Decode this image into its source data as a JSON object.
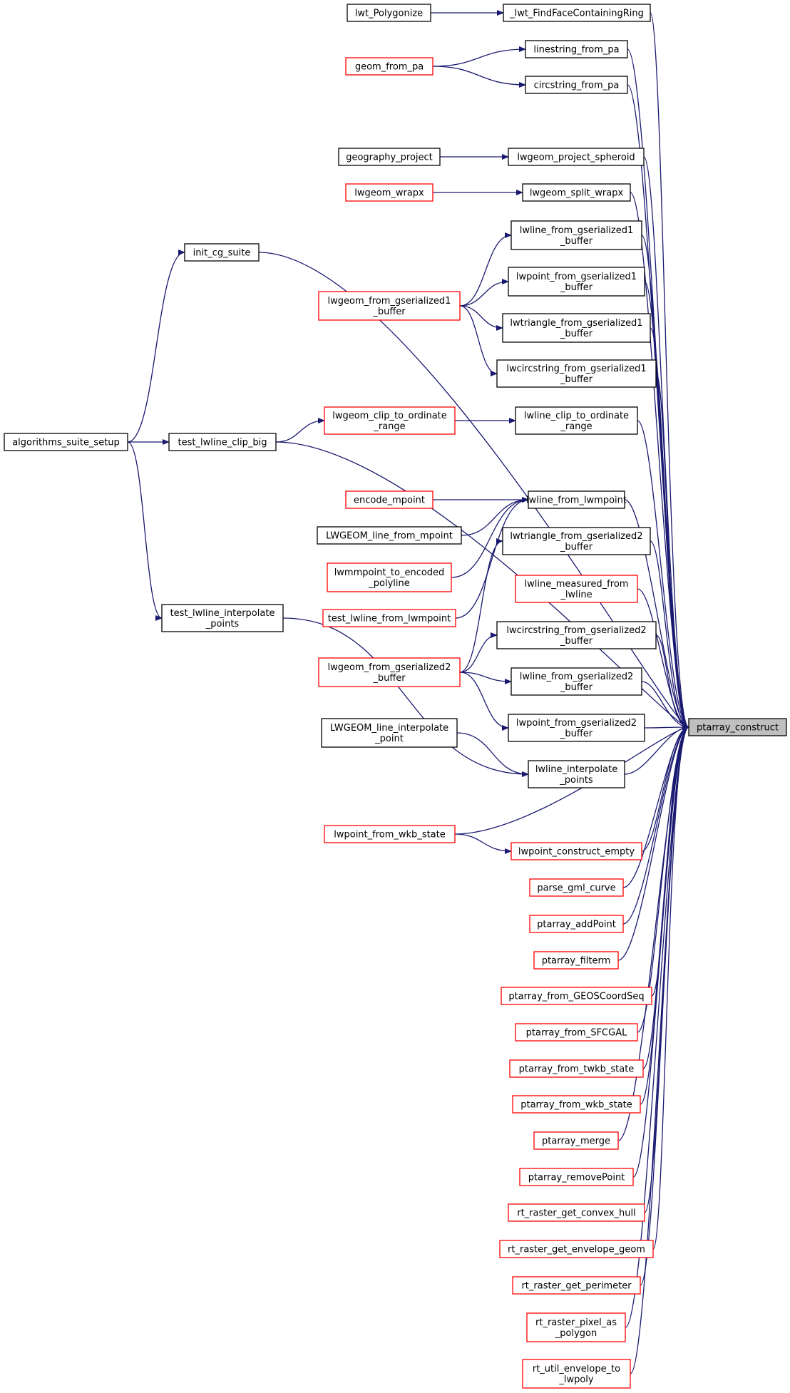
{
  "colors": {
    "edge": "#191970",
    "border_normal": "#000000",
    "border_truncated": "#ff0000",
    "focus_fill": "#bfbfbf",
    "background": "#ffffff"
  },
  "nodes": {
    "algorithms_suite_setup": {
      "lines": [
        "algorithms_suite_setup"
      ],
      "style": "plain"
    },
    "init_cg_suite": {
      "lines": [
        "init_cg_suite"
      ],
      "style": "plain"
    },
    "test_lwline_clip_big": {
      "lines": [
        "test_lwline_clip_big"
      ],
      "style": "plain"
    },
    "test_lwline_interpolate_points": {
      "lines": [
        "test_lwline_interpolate",
        "_points"
      ],
      "style": "plain"
    },
    "lwt_Polygonize": {
      "lines": [
        "lwt_Polygonize"
      ],
      "style": "plain"
    },
    "geom_from_pa": {
      "lines": [
        "geom_from_pa"
      ],
      "style": "partial"
    },
    "geography_project": {
      "lines": [
        "geography_project"
      ],
      "style": "plain"
    },
    "lwgeom_wrapx": {
      "lines": [
        "lwgeom_wrapx"
      ],
      "style": "partial"
    },
    "lwgeom_from_gserialized1_buffer": {
      "lines": [
        "lwgeom_from_gserialized1",
        "_buffer"
      ],
      "style": "partial"
    },
    "lwgeom_clip_to_ordinate_range": {
      "lines": [
        "lwgeom_clip_to_ordinate",
        "_range"
      ],
      "style": "partial"
    },
    "encode_mpoint": {
      "lines": [
        "encode_mpoint"
      ],
      "style": "partial"
    },
    "LWGEOM_line_from_mpoint": {
      "lines": [
        "LWGEOM_line_from_mpoint"
      ],
      "style": "plain"
    },
    "lwmmpoint_to_encoded_polyline": {
      "lines": [
        "lwmmpoint_to_encoded",
        "_polyline"
      ],
      "style": "partial"
    },
    "test_lwline_from_lwmpoint": {
      "lines": [
        "test_lwline_from_lwmpoint"
      ],
      "style": "partial"
    },
    "lwgeom_from_gserialized2_buffer": {
      "lines": [
        "lwgeom_from_gserialized2",
        "_buffer"
      ],
      "style": "partial"
    },
    "LWGEOM_line_interpolate_point": {
      "lines": [
        "LWGEOM_line_interpolate",
        "_point"
      ],
      "style": "plain"
    },
    "lwpoint_from_wkb_state": {
      "lines": [
        "lwpoint_from_wkb_state"
      ],
      "style": "partial"
    },
    "_lwt_FindFaceContainingRing": {
      "lines": [
        "_lwt_FindFaceContainingRing"
      ],
      "style": "plain"
    },
    "linestring_from_pa": {
      "lines": [
        "linestring_from_pa"
      ],
      "style": "plain"
    },
    "circstring_from_pa": {
      "lines": [
        "circstring_from_pa"
      ],
      "style": "plain"
    },
    "lwgeom_project_spheroid": {
      "lines": [
        "lwgeom_project_spheroid"
      ],
      "style": "plain"
    },
    "lwgeom_split_wrapx": {
      "lines": [
        "lwgeom_split_wrapx"
      ],
      "style": "plain"
    },
    "lwline_from_gserialized1_buffer": {
      "lines": [
        "lwline_from_gserialized1",
        "_buffer"
      ],
      "style": "plain"
    },
    "lwpoint_from_gserialized1_buffer": {
      "lines": [
        "lwpoint_from_gserialized1",
        "_buffer"
      ],
      "style": "plain"
    },
    "lwtriangle_from_gserialized1_buffer": {
      "lines": [
        "lwtriangle_from_gserialized1",
        "_buffer"
      ],
      "style": "plain"
    },
    "lwcircstring_from_gserialized1_buffer": {
      "lines": [
        "lwcircstring_from_gserialized1",
        "_buffer"
      ],
      "style": "plain"
    },
    "lwline_clip_to_ordinate_range": {
      "lines": [
        "lwline_clip_to_ordinate",
        "_range"
      ],
      "style": "plain"
    },
    "lwline_from_lwmpoint": {
      "lines": [
        "lwline_from_lwmpoint"
      ],
      "style": "plain"
    },
    "lwtriangle_from_gserialized2_buffer": {
      "lines": [
        "lwtriangle_from_gserialized2",
        "_buffer"
      ],
      "style": "plain"
    },
    "lwline_measured_from_lwline": {
      "lines": [
        "lwline_measured_from",
        "_lwline"
      ],
      "style": "partial"
    },
    "lwcircstring_from_gserialized2_buffer": {
      "lines": [
        "lwcircstring_from_gserialized2",
        "_buffer"
      ],
      "style": "plain"
    },
    "lwline_from_gserialized2_buffer": {
      "lines": [
        "lwline_from_gserialized2",
        "_buffer"
      ],
      "style": "plain"
    },
    "lwpoint_from_gserialized2_buffer": {
      "lines": [
        "lwpoint_from_gserialized2",
        "_buffer"
      ],
      "style": "plain"
    },
    "lwline_interpolate_points": {
      "lines": [
        "lwline_interpolate",
        "_points"
      ],
      "style": "plain"
    },
    "lwpoint_construct_empty": {
      "lines": [
        "lwpoint_construct_empty"
      ],
      "style": "partial"
    },
    "parse_gml_curve": {
      "lines": [
        "parse_gml_curve"
      ],
      "style": "partial"
    },
    "ptarray_addPoint": {
      "lines": [
        "ptarray_addPoint"
      ],
      "style": "partial"
    },
    "ptarray_filterm": {
      "lines": [
        "ptarray_filterm"
      ],
      "style": "partial"
    },
    "ptarray_from_GEOSCoordSeq": {
      "lines": [
        "ptarray_from_GEOSCoordSeq"
      ],
      "style": "partial"
    },
    "ptarray_from_SFCGAL": {
      "lines": [
        "ptarray_from_SFCGAL"
      ],
      "style": "partial"
    },
    "ptarray_from_twkb_state": {
      "lines": [
        "ptarray_from_twkb_state"
      ],
      "style": "partial"
    },
    "ptarray_from_wkb_state": {
      "lines": [
        "ptarray_from_wkb_state"
      ],
      "style": "partial"
    },
    "ptarray_merge": {
      "lines": [
        "ptarray_merge"
      ],
      "style": "partial"
    },
    "ptarray_removePoint": {
      "lines": [
        "ptarray_removePoint"
      ],
      "style": "partial"
    },
    "rt_raster_get_convex_hull": {
      "lines": [
        "rt_raster_get_convex_hull"
      ],
      "style": "partial"
    },
    "rt_raster_get_envelope_geom": {
      "lines": [
        "rt_raster_get_envelope_geom"
      ],
      "style": "partial"
    },
    "rt_raster_get_perimeter": {
      "lines": [
        "rt_raster_get_perimeter"
      ],
      "style": "partial"
    },
    "rt_raster_pixel_as_polygon": {
      "lines": [
        "rt_raster_pixel_as",
        "_polygon"
      ],
      "style": "partial"
    },
    "rt_util_envelope_to_lwpoly": {
      "lines": [
        "rt_util_envelope_to",
        "_lwpoly"
      ],
      "style": "partial"
    },
    "ptarray_construct": {
      "lines": [
        "ptarray_construct"
      ],
      "style": "focus"
    }
  },
  "edges": [
    [
      "lwt_Polygonize",
      "_lwt_FindFaceContainingRing"
    ],
    [
      "geom_from_pa",
      "linestring_from_pa"
    ],
    [
      "geom_from_pa",
      "circstring_from_pa"
    ],
    [
      "geography_project",
      "lwgeom_project_spheroid"
    ],
    [
      "lwgeom_wrapx",
      "lwgeom_split_wrapx"
    ],
    [
      "algorithms_suite_setup",
      "init_cg_suite"
    ],
    [
      "algorithms_suite_setup",
      "test_lwline_clip_big"
    ],
    [
      "algorithms_suite_setup",
      "test_lwline_interpolate_points"
    ],
    [
      "lwgeom_from_gserialized1_buffer",
      "lwline_from_gserialized1_buffer"
    ],
    [
      "lwgeom_from_gserialized1_buffer",
      "lwpoint_from_gserialized1_buffer"
    ],
    [
      "lwgeom_from_gserialized1_buffer",
      "lwtriangle_from_gserialized1_buffer"
    ],
    [
      "lwgeom_from_gserialized1_buffer",
      "lwcircstring_from_gserialized1_buffer"
    ],
    [
      "test_lwline_clip_big",
      "lwgeom_clip_to_ordinate_range"
    ],
    [
      "lwgeom_clip_to_ordinate_range",
      "lwline_clip_to_ordinate_range"
    ],
    [
      "encode_mpoint",
      "lwline_from_lwmpoint"
    ],
    [
      "LWGEOM_line_from_mpoint",
      "lwline_from_lwmpoint"
    ],
    [
      "lwmmpoint_to_encoded_polyline",
      "lwline_from_lwmpoint"
    ],
    [
      "test_lwline_from_lwmpoint",
      "lwline_from_lwmpoint"
    ],
    [
      "lwgeom_from_gserialized2_buffer",
      "lwtriangle_from_gserialized2_buffer"
    ],
    [
      "lwgeom_from_gserialized2_buffer",
      "lwcircstring_from_gserialized2_buffer"
    ],
    [
      "lwgeom_from_gserialized2_buffer",
      "lwline_from_gserialized2_buffer"
    ],
    [
      "lwgeom_from_gserialized2_buffer",
      "lwpoint_from_gserialized2_buffer"
    ],
    [
      "LWGEOM_line_interpolate_point",
      "lwline_interpolate_points"
    ],
    [
      "test_lwline_interpolate_points",
      "lwline_interpolate_points"
    ],
    [
      "lwpoint_from_wkb_state",
      "lwpoint_construct_empty"
    ],
    [
      "_lwt_FindFaceContainingRing",
      "ptarray_construct"
    ],
    [
      "linestring_from_pa",
      "ptarray_construct"
    ],
    [
      "circstring_from_pa",
      "ptarray_construct"
    ],
    [
      "init_cg_suite",
      "ptarray_construct"
    ],
    [
      "lwgeom_project_spheroid",
      "ptarray_construct"
    ],
    [
      "lwgeom_split_wrapx",
      "ptarray_construct"
    ],
    [
      "lwline_from_gserialized1_buffer",
      "ptarray_construct"
    ],
    [
      "lwpoint_from_gserialized1_buffer",
      "ptarray_construct"
    ],
    [
      "lwtriangle_from_gserialized1_buffer",
      "ptarray_construct"
    ],
    [
      "lwcircstring_from_gserialized1_buffer",
      "ptarray_construct"
    ],
    [
      "lwline_clip_to_ordinate_range",
      "ptarray_construct"
    ],
    [
      "test_lwline_clip_big",
      "ptarray_construct"
    ],
    [
      "lwline_from_lwmpoint",
      "ptarray_construct"
    ],
    [
      "lwtriangle_from_gserialized2_buffer",
      "ptarray_construct"
    ],
    [
      "lwline_measured_from_lwline",
      "ptarray_construct"
    ],
    [
      "lwcircstring_from_gserialized2_buffer",
      "ptarray_construct"
    ],
    [
      "lwline_from_gserialized2_buffer",
      "ptarray_construct"
    ],
    [
      "lwpoint_from_gserialized2_buffer",
      "ptarray_construct"
    ],
    [
      "lwline_interpolate_points",
      "ptarray_construct"
    ],
    [
      "lwpoint_from_wkb_state",
      "ptarray_construct"
    ],
    [
      "lwpoint_construct_empty",
      "ptarray_construct"
    ],
    [
      "parse_gml_curve",
      "ptarray_construct"
    ],
    [
      "ptarray_addPoint",
      "ptarray_construct"
    ],
    [
      "ptarray_filterm",
      "ptarray_construct"
    ],
    [
      "ptarray_from_GEOSCoordSeq",
      "ptarray_construct"
    ],
    [
      "ptarray_from_SFCGAL",
      "ptarray_construct"
    ],
    [
      "ptarray_from_twkb_state",
      "ptarray_construct"
    ],
    [
      "ptarray_from_wkb_state",
      "ptarray_construct"
    ],
    [
      "ptarray_merge",
      "ptarray_construct"
    ],
    [
      "ptarray_removePoint",
      "ptarray_construct"
    ],
    [
      "rt_raster_get_convex_hull",
      "ptarray_construct"
    ],
    [
      "rt_raster_get_envelope_geom",
      "ptarray_construct"
    ],
    [
      "rt_raster_get_perimeter",
      "ptarray_construct"
    ],
    [
      "rt_raster_pixel_as_polygon",
      "ptarray_construct"
    ],
    [
      "rt_util_envelope_to_lwpoly",
      "ptarray_construct"
    ]
  ]
}
